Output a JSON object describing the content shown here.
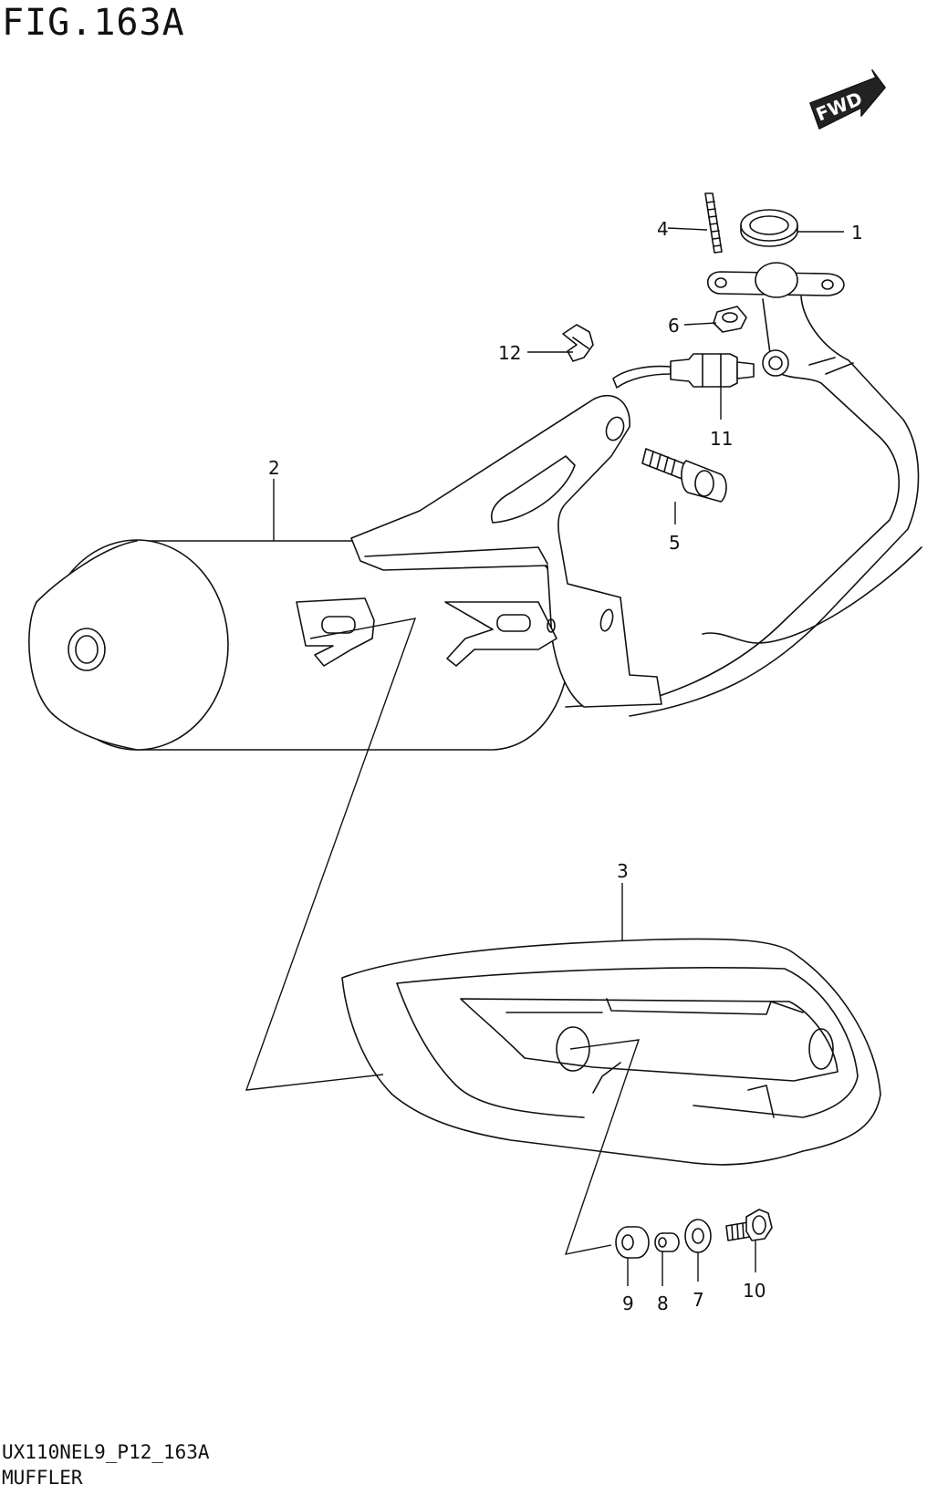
{
  "figure": {
    "title": "FIG.163A",
    "code": "UX110NEL9_P12_163A",
    "caption": "MUFFLER"
  },
  "fwd_label": "FWD",
  "callouts": [
    "1",
    "2",
    "3",
    "4",
    "5",
    "6",
    "7",
    "8",
    "9",
    "10",
    "11",
    "12"
  ]
}
